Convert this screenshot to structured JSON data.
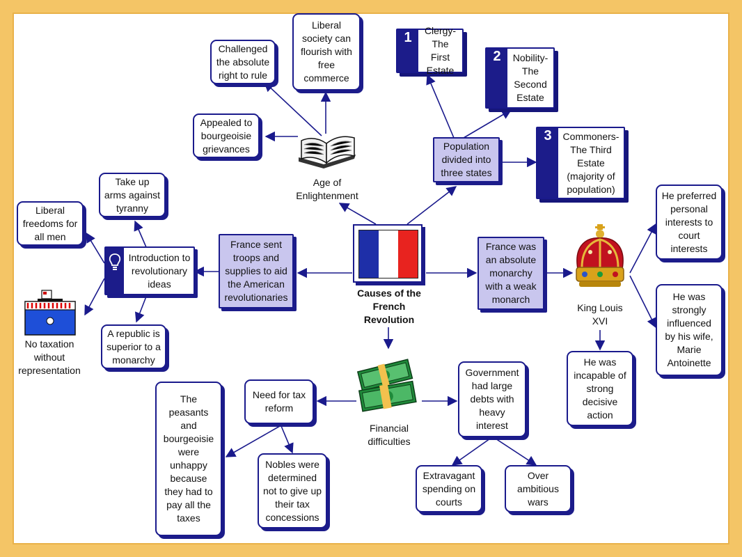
{
  "center": {
    "title": "Causes of the\nFrench\nRevolution"
  },
  "nodes": {
    "challenged": "Challenged\nthe absolute\nright to rule",
    "liberal_society": "Liberal\nsociety can\nflourish with\nfree\ncommerce",
    "appealed": "Appealed to\nbourgeoisie\ngrievances",
    "enlightenment": "Age of\nEnlightenment",
    "population": "Population\ndivided into\nthree states",
    "estate1": {
      "num": "1",
      "text": "Clergy-\nThe First\nEstate"
    },
    "estate2": {
      "num": "2",
      "text": "Nobility-\nThe\nSecond\nEstate"
    },
    "estate3": {
      "num": "3",
      "text": "Commoners-\nThe Third\nEstate\n(majority of\npopulation)"
    },
    "take_up_arms": "Take up\narms against\ntyranny",
    "liberal_freedoms": "Liberal\nfreedoms for\nall men",
    "intro_revolutionary": "Introduction to\nrevolutionary\nideas",
    "france_sent": "France sent\ntroops and\nsupplies to aid\nthe American\nrevolutionaries",
    "no_taxation": "No taxation\nwithout\nrepresentation",
    "republic": "A republic is\nsuperior to a\nmonarchy",
    "absolute_monarchy": "France was\nan absolute\nmonarchy\nwith a weak\nmonarch",
    "king_louis": "King Louis\nXVI",
    "personal_interests": "He preferred\npersonal\ninterests to\ncourt\ninterests",
    "influenced_wife": "He was\nstrongly\ninfluenced\nby his wife,\nMarie\nAntoinette",
    "incapable": "He was\nincapable of\nstrong\ndecisive\naction",
    "financial": "Financial\ndifficulties",
    "tax_reform": "Need for tax\nreform",
    "government_debts": "Government\nhad large\ndebts with\nheavy\ninterest",
    "peasants": "The\npeasants\nand\nbourgeoisie\nwere\nunhappy\nbecause\nthey had to\npay all the\ntaxes",
    "nobles": "Nobles were\ndetermined\nnot to give up\ntheir tax\nconcessions",
    "extravagant": "Extravagant\nspending on\ncourts",
    "over_ambitious": "Over\nambitious\nwars"
  },
  "icons": [
    "book-icon",
    "flag-icon",
    "crown-icon",
    "money-icon",
    "ballot-box-icon",
    "lightbulb-icon"
  ],
  "colors": {
    "line": "#1a1a8c",
    "purple_fill": "#c9c6ee",
    "frame": "#f4c566",
    "flag_blue": "#1e2fa8",
    "flag_red": "#e8231f"
  }
}
